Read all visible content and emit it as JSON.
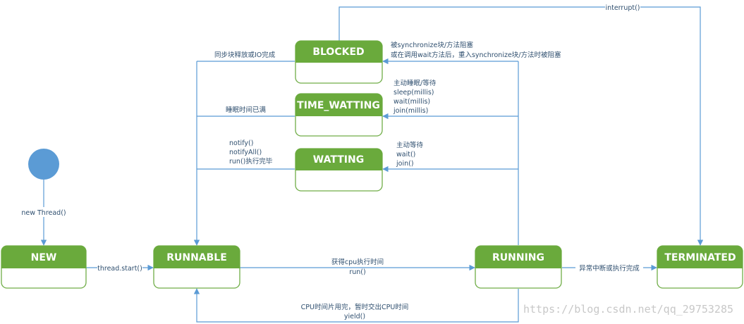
{
  "states": {
    "new": "NEW",
    "runnable": "RUNNABLE",
    "running": "RUNNING",
    "terminated": "TERMINATED",
    "blocked": "BLOCKED",
    "time_waiting": "TIME_WATTING",
    "waiting": "WATTING"
  },
  "labels": {
    "new_thread": "new Thread()",
    "thread_start": "thread.start()",
    "get_cpu": [
      "获得cpu执行时间",
      "run()"
    ],
    "yield": [
      "CPU时间片用完，暂时交出CPU时间",
      "yield()"
    ],
    "exception": "异常中断或执行完成",
    "interrupt": "interrupt()",
    "to_blocked": [
      "被synchronize块/方法阻塞",
      "或在调用wait方法后，重入synchronize块/方法时被阻塞"
    ],
    "to_time_waiting": [
      "主动睡眠/等待",
      "sleep(millis)",
      "wait(millis)",
      "join(millis)"
    ],
    "to_waiting": [
      "主动等待",
      "wait()",
      "join()"
    ],
    "blocked_release": "同步块释放或IO完成",
    "sleep_done": "睡眠时间已满",
    "notify": [
      "notify()",
      "notifyAll()",
      "run()执行完毕"
    ]
  },
  "watermark": "https://blog.csdn.net/qq_29753285",
  "colors": {
    "state_fill": "#6aaa3c",
    "state_border": "#70ad47",
    "arrow": "#5b9bd5",
    "start_node": "#5b9bd5",
    "label_text": "#2f4f6f"
  }
}
